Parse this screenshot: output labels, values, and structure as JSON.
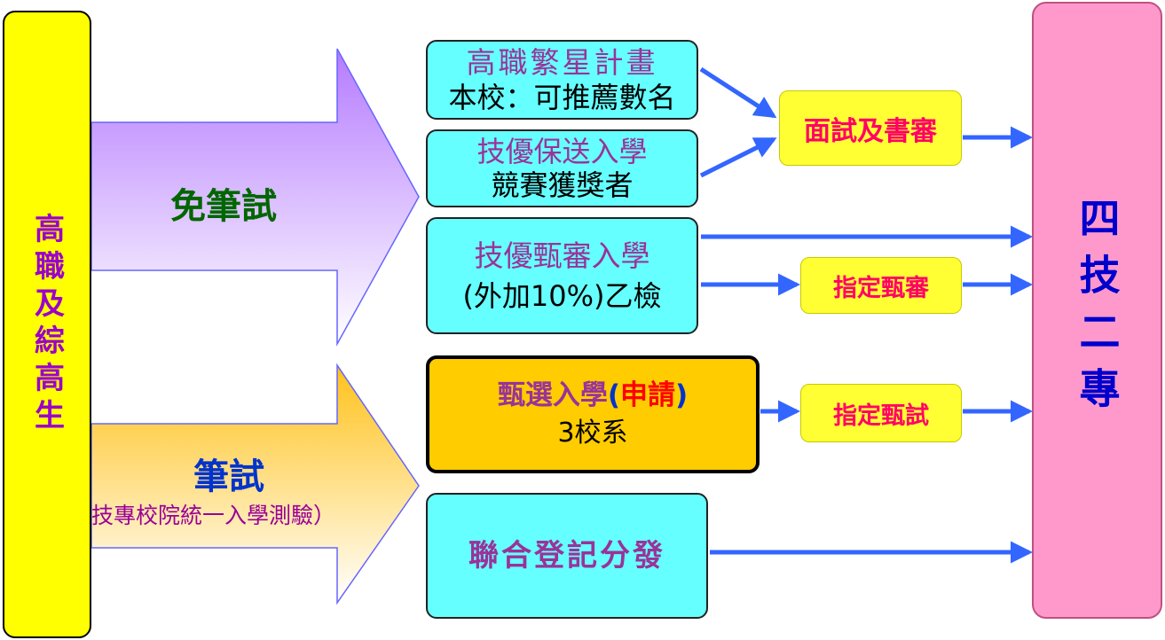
{
  "left_label": "高職及綜高生",
  "right_label": "四技二專",
  "arrow_top_label": "免筆試",
  "arrow_bottom_label": "筆試",
  "arrow_bottom_sub": "技專校院統一入學測驗）",
  "boxes": {
    "star": {
      "title": "高職繁星計畫",
      "sub": "本校：可推薦數名"
    },
    "skill_guarantee": {
      "title": "技優保送入學",
      "sub": "競賽獲獎者"
    },
    "skill_screening": {
      "title": "技優甄審入學",
      "sub": "(外加10%)乙檢"
    },
    "selection": {
      "title": "甄選入學",
      "paren_open": "(",
      "apply": "申請",
      "paren_close": ")",
      "sub": "3校系"
    },
    "joint": {
      "title": "聯合登記分發"
    }
  },
  "steps": {
    "interview": "面試及書審",
    "designated_review": "指定甄審",
    "designated_exam": "指定甄試"
  },
  "colors": {
    "left": "#ffff00",
    "right": "#ff99cc",
    "cyan": "#66ffff",
    "selection": "#ffcc00",
    "arrow_line": "#3366ff"
  }
}
